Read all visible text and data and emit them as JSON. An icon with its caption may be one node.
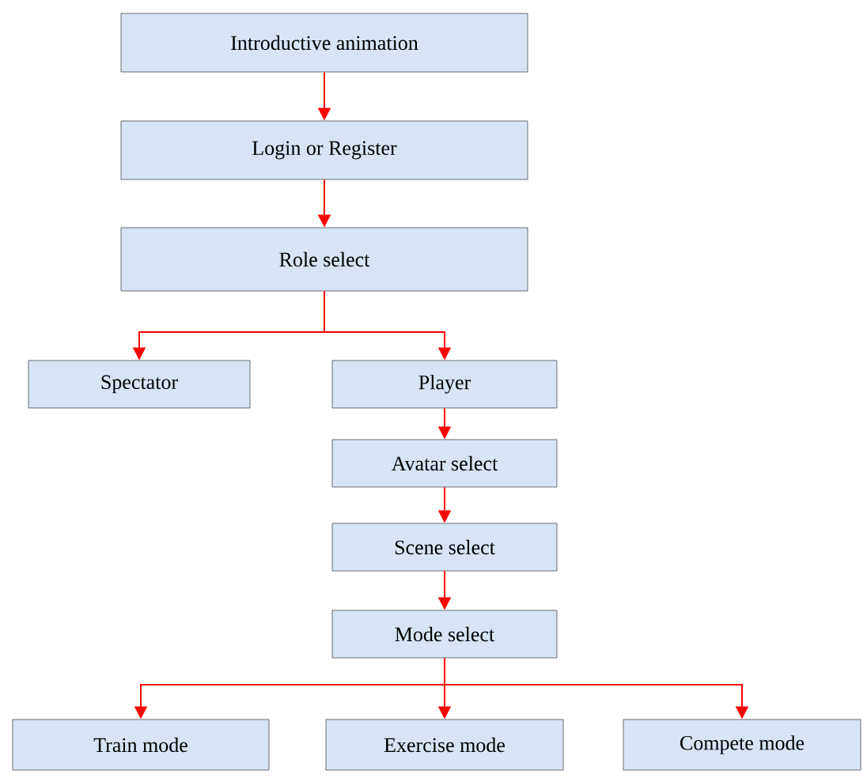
{
  "diagram": {
    "nodes": [
      {
        "text": [
          "Introductive animation"
        ]
      },
      {
        "text": [
          "Login or Register"
        ]
      },
      {
        "text": [
          "Role select"
        ]
      },
      {
        "text": [
          "Spectator"
        ]
      },
      {
        "text": [
          "Player"
        ]
      },
      {
        "text": [
          "Avatar select"
        ]
      },
      {
        "text": [
          "Scene select"
        ]
      },
      {
        "text": [
          "Mode select"
        ]
      },
      {
        "text": [
          "Train mode"
        ]
      },
      {
        "text": [
          "Exercise mode"
        ]
      },
      {
        "text": [
          "Compete mode"
        ]
      }
    ],
    "edges": [
      {
        "from": 0,
        "to": 1,
        "arrow": "to"
      },
      {
        "from": 1,
        "to": 2,
        "arrow": "to"
      },
      {
        "from": 2,
        "to": 3,
        "arrow": "to"
      },
      {
        "from": 2,
        "to": 4,
        "arrow": "to"
      },
      {
        "from": 4,
        "to": 5,
        "arrow": "to"
      },
      {
        "from": 5,
        "to": 6,
        "arrow": "to"
      },
      {
        "from": 6,
        "to": 7,
        "arrow": "to"
      },
      {
        "from": 7,
        "to": 8,
        "arrow": "to"
      },
      {
        "from": 7,
        "to": 9,
        "arrow": "to"
      },
      {
        "from": 7,
        "to": 10,
        "arrow": "to"
      }
    ]
  }
}
